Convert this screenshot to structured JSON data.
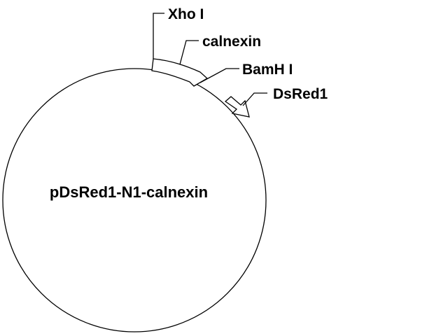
{
  "diagram": {
    "plasmid_name": "pDsRed1-N1-calnexin",
    "features": [
      {
        "id": "xho",
        "label": "Xho I"
      },
      {
        "id": "calnexin",
        "label": "calnexin"
      },
      {
        "id": "bamh",
        "label": "BamH I"
      },
      {
        "id": "dsred",
        "label": "DsRed1"
      }
    ],
    "colors": {
      "line": "#000000",
      "background": "#ffffff"
    }
  }
}
